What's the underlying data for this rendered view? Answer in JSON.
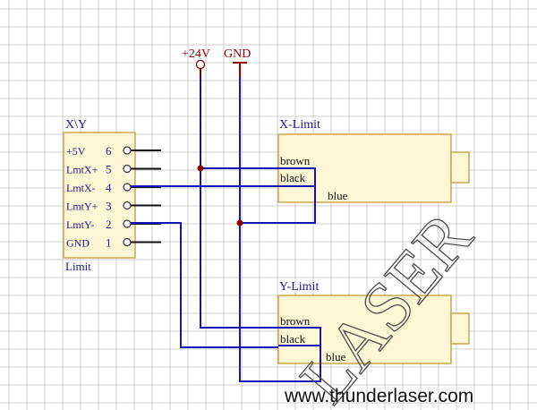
{
  "power": {
    "v24_label": "+24V",
    "gnd_label": "GND"
  },
  "connector": {
    "title": "X\\Y",
    "subtitle": "Limit",
    "pins": [
      {
        "name": "+5V",
        "num": "6"
      },
      {
        "name": "LmtX+",
        "num": "5"
      },
      {
        "name": "LmtX-",
        "num": "4"
      },
      {
        "name": "LmtY+",
        "num": "3"
      },
      {
        "name": "LmtY-",
        "num": "2"
      },
      {
        "name": "GND",
        "num": "1"
      }
    ]
  },
  "x_limit": {
    "title": "X-Limit",
    "wires": [
      "brown",
      "black",
      "blue"
    ]
  },
  "y_limit": {
    "title": "Y-Limit",
    "wires": [
      "brown",
      "black",
      "blue"
    ]
  },
  "watermark": "LASER",
  "footer_url": "www.thunderlaser.com",
  "colors": {
    "grid": "#cfcfcf",
    "wire": "#1616b8",
    "power": "#8b0000",
    "box_fill": "#fff6d6",
    "box_stroke": "#c9a552",
    "label": "#1a1a8c"
  }
}
